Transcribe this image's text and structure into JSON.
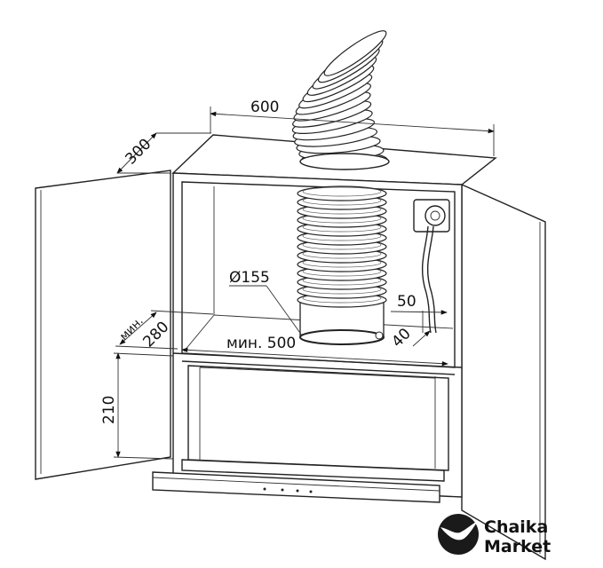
{
  "dimensions": {
    "width": "600",
    "depth": "300",
    "duct_diameter": "Ø155",
    "socket_offset": "50",
    "min_label": "мин.",
    "min_depth": "280",
    "min_width": "мин. 500",
    "socket_gap": "40",
    "height": "210"
  },
  "logo": {
    "line1": "Chaika",
    "line2": "Market"
  },
  "colors": {
    "line": "#222222",
    "logo_circle": "#1a1a1a"
  }
}
